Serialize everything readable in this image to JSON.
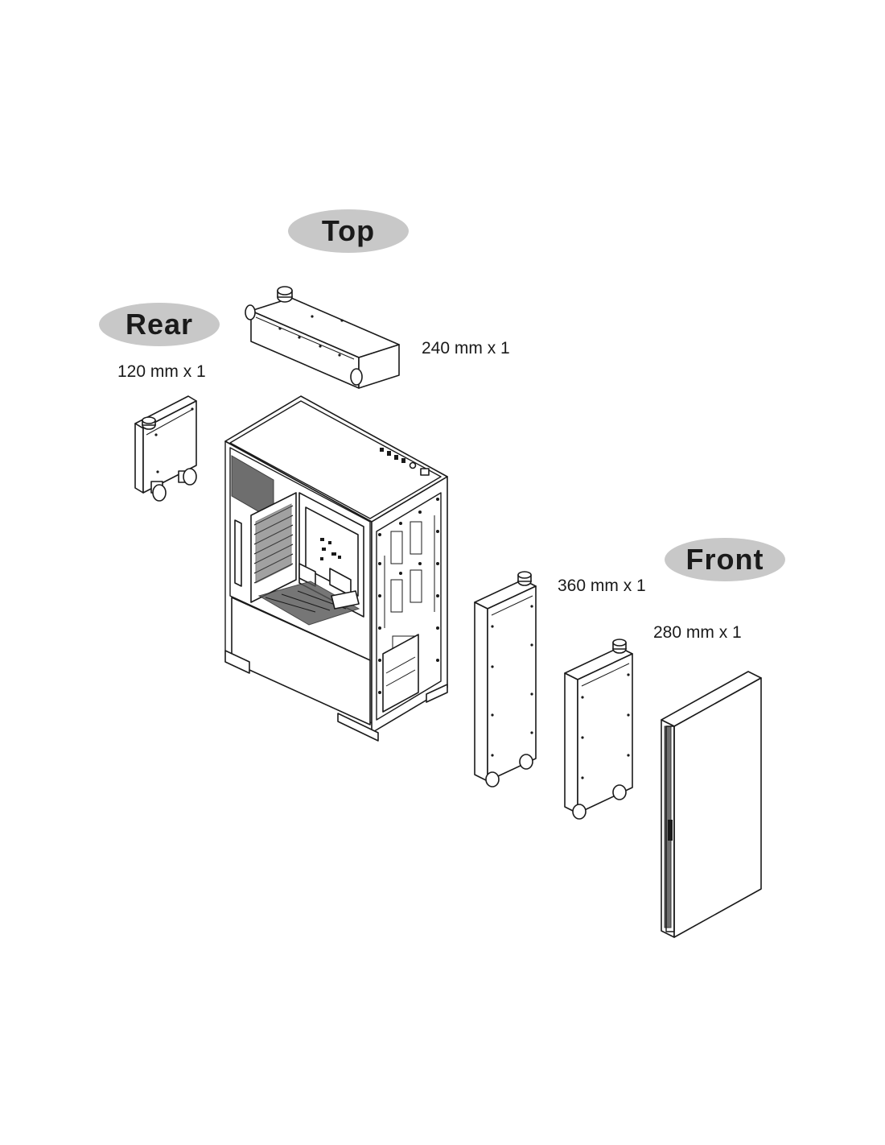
{
  "diagram": {
    "positions": {
      "top": {
        "title": "Top",
        "radiators": [
          "240 mm x 1"
        ]
      },
      "rear": {
        "title": "Rear",
        "radiators": [
          "120 mm x 1"
        ]
      },
      "front": {
        "title": "Front",
        "radiators": [
          "360 mm x 1",
          "280 mm x 1"
        ]
      }
    },
    "colors": {
      "pill": "#c8c8c8",
      "line": "#1a1a1a",
      "background": "#ffffff"
    }
  }
}
